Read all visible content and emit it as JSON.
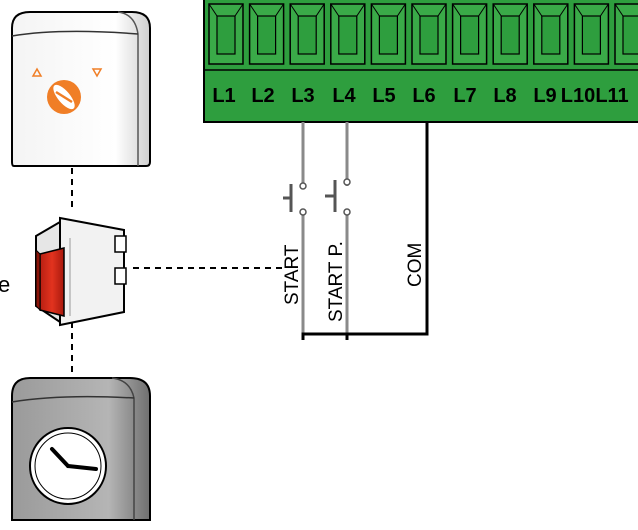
{
  "terminal_block": {
    "labels": [
      "L1",
      "L2",
      "L3",
      "L4",
      "L5",
      "L6",
      "L7",
      "L8",
      "L9",
      "L10",
      "L11"
    ],
    "color": "#2e9e3e"
  },
  "wires": {
    "start_label": "START",
    "start_p_label": "START P.",
    "com_label": "COM"
  },
  "left_devices": {
    "cut_off_letter": "e",
    "key_selector_icon": "key-selector-icon",
    "push_button_icon": "red-push-button-icon",
    "timer_icon": "timer-clock-icon"
  },
  "colors": {
    "accent_orange": "#f07e26",
    "button_red": "#d62a1a",
    "wire_gray": "#8a8a8a"
  }
}
